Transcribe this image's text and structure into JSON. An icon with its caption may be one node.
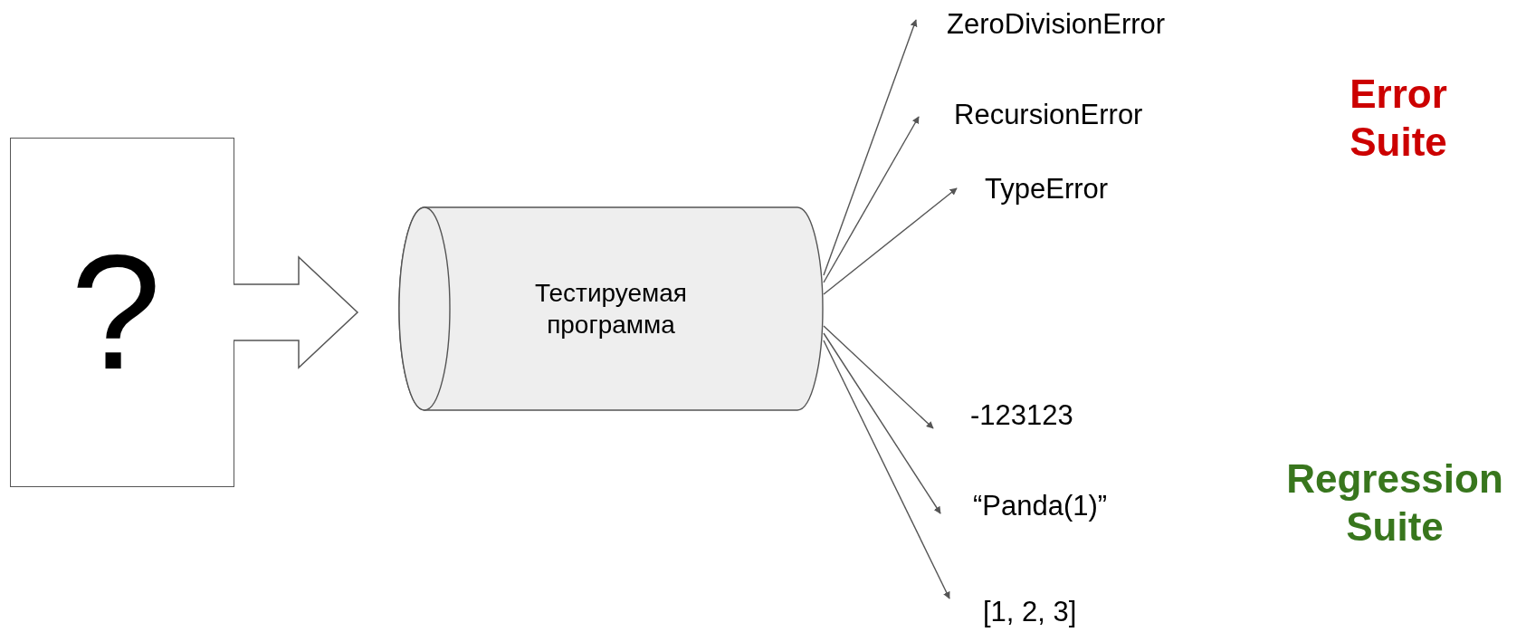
{
  "diagram": {
    "nodes": [
      {
        "text": [
          "?"
        ]
      },
      {
        "text": [
          "Тестируемая программа"
        ]
      },
      {
        "text": [
          "ZeroDivisionError"
        ]
      },
      {
        "text": [
          "RecursionError"
        ]
      },
      {
        "text": [
          "TypeError"
        ]
      },
      {
        "text": [
          "-123123"
        ]
      },
      {
        "text": [
          "“Panda(1)”"
        ]
      },
      {
        "text": [
          "[1, 2, 3]"
        ]
      }
    ],
    "edges": [
      {
        "from": 0,
        "to": 1,
        "arrow": "to",
        "style": "thick"
      },
      {
        "from": 1,
        "to": 2,
        "arrow": "to"
      },
      {
        "from": 1,
        "to": 3,
        "arrow": "to"
      },
      {
        "from": 1,
        "to": 4,
        "arrow": "to"
      },
      {
        "from": 1,
        "to": 5,
        "arrow": "to"
      },
      {
        "from": 1,
        "to": 6,
        "arrow": "to"
      },
      {
        "from": 1,
        "to": 7,
        "arrow": "to"
      }
    ],
    "labels": [
      "Error Suite",
      "Regression Suite"
    ]
  }
}
